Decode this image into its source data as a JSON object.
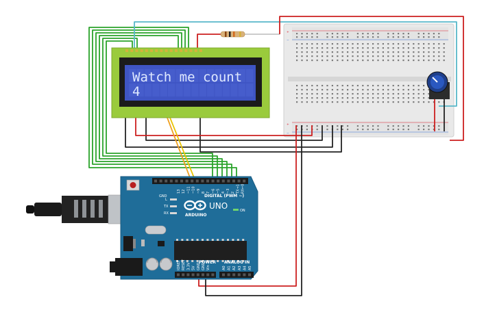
{
  "lcd": {
    "line1": "Watch me count",
    "line2": "4",
    "backlight_color": "#3f55c4"
  },
  "arduino": {
    "model": "UNO",
    "brand": "ARDUINO",
    "digital_label": "DIGITAL (PWM ~)",
    "power_label": "POWER",
    "analog_label": "ANALOG IN",
    "on_label": "ON",
    "aref": "AREF",
    "gnd": "GND",
    "tx": "TX",
    "rx": "RX",
    "l": "L",
    "digital_pins": [
      "13",
      "12",
      "~11",
      "~10",
      "~9",
      "8",
      "7",
      "~6",
      "~5",
      "4",
      "~3",
      "2",
      "TX→1",
      "RX←0"
    ],
    "power_pins": [
      "IOREF",
      "RESET",
      "3.3V",
      "5V",
      "GND",
      "GND",
      "Vin"
    ],
    "analog_pins": [
      "A0",
      "A1",
      "A2",
      "A3",
      "A4",
      "A5"
    ],
    "board_color": "#1f6d99"
  },
  "components": {
    "resistor": "resistor",
    "potentiometer": "potentiometer",
    "usb": "usb-plug",
    "dc_jack": "dc-jack"
  },
  "wire_colors": {
    "green": "#2aa32a",
    "black": "#222222",
    "red": "#cc1f1f",
    "cyan": "#57b8c9",
    "orange": "#f0a020",
    "yellow": "#e8c300"
  }
}
